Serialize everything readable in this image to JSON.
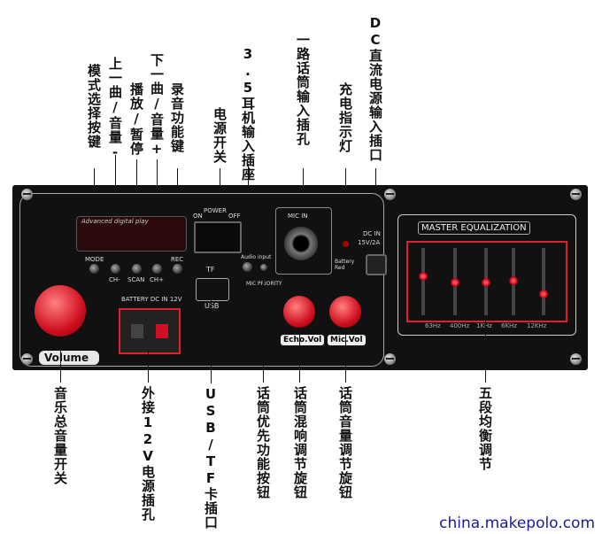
{
  "labels_top": {
    "mode": "模式选择按键",
    "prev_vol_down": "上一曲/音量-",
    "play_pause": "播放/暂停",
    "next_vol_up": "下一曲/音量+",
    "record": "录音功能键",
    "power": "电源开关",
    "headphone": "3.5耳机输入插座",
    "mic1": "一路话筒输入插孔",
    "charge_led": "充电指示灯",
    "dc_in": "DC直流电源输入插口"
  },
  "labels_bottom": {
    "master_volume": "音乐总音量开关",
    "ext_12v": "外接12V电源插孔",
    "usb_tf": "USB/TF卡插口",
    "mic_priority": "话筒优先功能按钮",
    "echo": "话筒混响调节旋钮",
    "mic_vol": "话筒音量调节旋钮",
    "eq": "五段均衡调节"
  },
  "panel": {
    "display": "Advanced digital play",
    "btn_mode": "MODE",
    "btn_ch_minus": "CH-",
    "btn_scan": "SCAN",
    "btn_ch_plus": "CH+",
    "btn_rec": "REC",
    "power_on": "ON",
    "power_title": "POWER",
    "power_off": "OFF",
    "tf": "TF",
    "usb": "USB",
    "audio_input": "Audio input",
    "mic_priority": "MIC PRIORITY",
    "mic_in": "MIC IN",
    "dc_in": "DC IN",
    "dc_rating": "15V/2A",
    "battery_red": "Battery Red",
    "battery_dc": "BATTERY DC IN 12V",
    "volume": "Volume",
    "echo_vol": "Echo.Vol",
    "mic_vol": "Mic.Vol",
    "eq_title": "MASTER EQUALIZATION",
    "eq_bands": [
      "63Hz",
      "400Hz",
      "1KHz",
      "6KHz",
      "12KHz"
    ]
  },
  "watermark": "china.makepolo.com",
  "colors": {
    "accent_red": "#e0202a",
    "panel": "#111111"
  }
}
